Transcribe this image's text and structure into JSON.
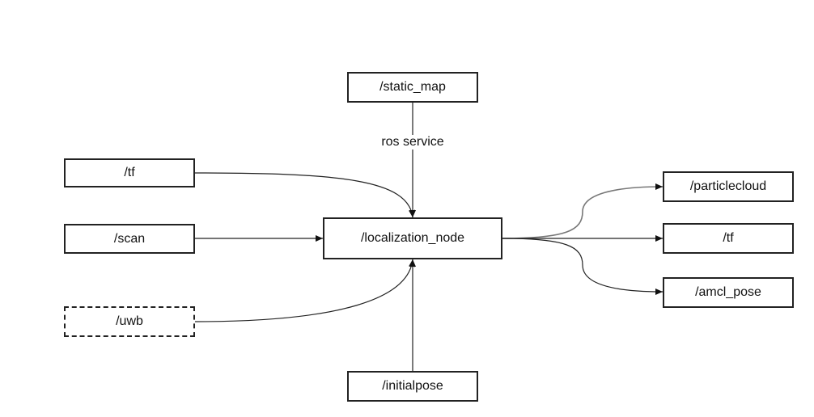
{
  "nodes": {
    "static_map": "/static_map",
    "tf_in": "/tf",
    "scan": "/scan",
    "uwb": "/uwb",
    "localization_node": "/localization_node",
    "initialpose": "/initialpose",
    "particlecloud": "/particlecloud",
    "tf_out": "/tf",
    "amcl_pose": "/amcl_pose"
  },
  "edges": {
    "static_map_label": "ros service"
  },
  "colors": {
    "line": "#222222",
    "particlecloud_line": "#777777"
  }
}
